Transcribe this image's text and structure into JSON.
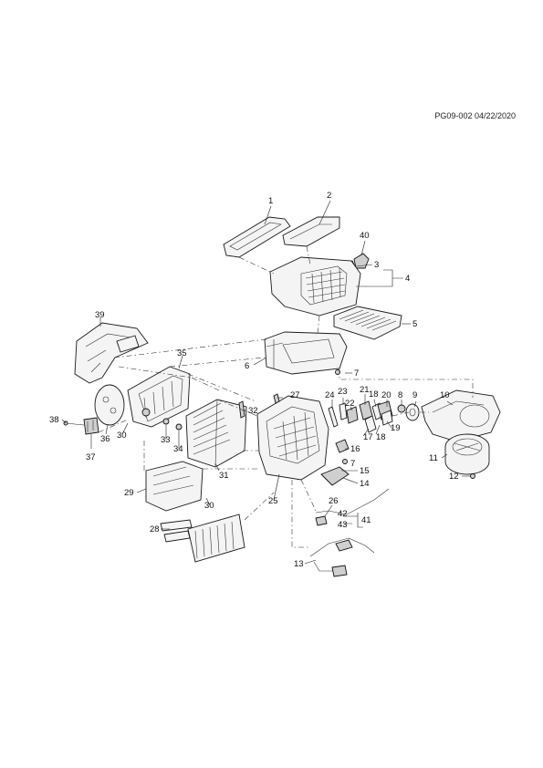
{
  "header": {
    "reference": "PG09-002 04/22/2020"
  },
  "callouts": {
    "c1": "1",
    "c2": "2",
    "c3": "3",
    "c4": "4",
    "c5": "5",
    "c6": "6",
    "c7a": "7",
    "c7b": "7",
    "c8": "8",
    "c9": "9",
    "c10": "10",
    "c11": "11",
    "c12": "12",
    "c13": "13",
    "c14": "14",
    "c15": "15",
    "c16": "16",
    "c17": "17",
    "c18a": "18",
    "c18b": "18",
    "c19": "19",
    "c20": "20",
    "c21": "21",
    "c22": "22",
    "c23": "23",
    "c24": "24",
    "c25": "25",
    "c26": "26",
    "c27": "27",
    "c28": "28",
    "c29": "29",
    "c30a": "30",
    "c30b": "30",
    "c31": "31",
    "c32": "32",
    "c33": "33",
    "c34": "34",
    "c35": "35",
    "c36": "36",
    "c37": "37",
    "c38": "38",
    "c39": "39",
    "c40": "40",
    "c41": "41",
    "c42": "42",
    "c43": "43"
  }
}
